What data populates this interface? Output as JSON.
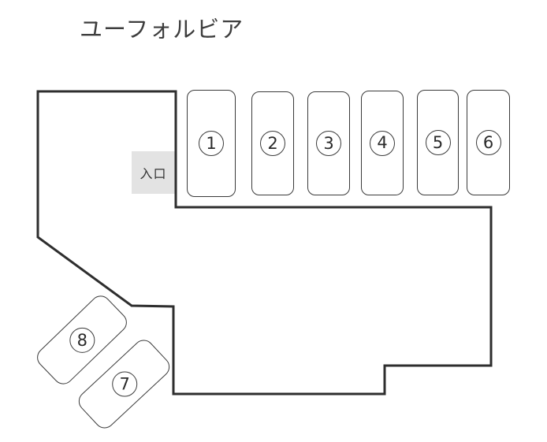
{
  "title": "ユーフォルビア",
  "entrance": {
    "label": "入口"
  },
  "spaces": [
    {
      "number": "1"
    },
    {
      "number": "2"
    },
    {
      "number": "3"
    },
    {
      "number": "4"
    },
    {
      "number": "5"
    },
    {
      "number": "6"
    },
    {
      "number": "7"
    },
    {
      "number": "8"
    }
  ],
  "colors": {
    "boundary_line": "#2e2e2e",
    "space_outline": "#3a3a3a",
    "entrance_bg": "#e3e3e3",
    "title_text": "#3d3d3d"
  }
}
